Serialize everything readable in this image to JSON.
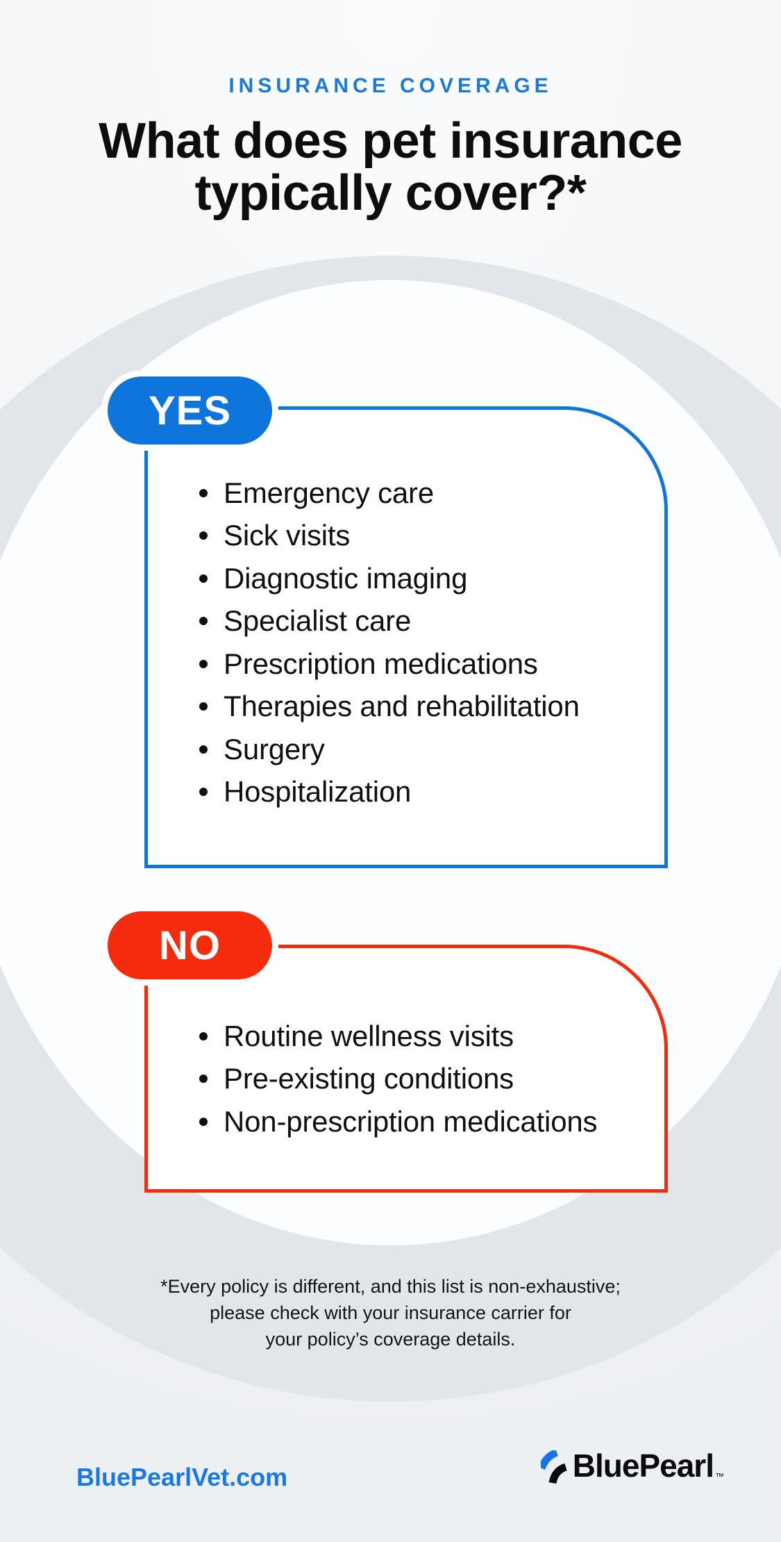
{
  "colors": {
    "accent_blue": "#0e75dc",
    "eyebrow_blue": "#1b7ad9",
    "link_blue": "#1a78e2",
    "accent_red": "#f52b0d",
    "text_dark": "#101013",
    "outer_circle_gray": "#e2e6eb",
    "inner_circle_white": "#fcfdfe",
    "card_background": "#ffffff"
  },
  "header": {
    "eyebrow": "INSURANCE COVERAGE",
    "title_line1": "What does pet insurance",
    "title_line2": "typically cover?*"
  },
  "sections": {
    "yes": {
      "label": "YES",
      "items": [
        "Emergency care",
        "Sick visits",
        "Diagnostic imaging",
        "Specialist care",
        "Prescription medications",
        "Therapies and rehabilitation",
        "Surgery",
        "Hospitalization"
      ]
    },
    "no": {
      "label": "NO",
      "items": [
        "Routine wellness visits",
        "Pre-existing conditions",
        "Non-prescription medications"
      ]
    }
  },
  "footnote": {
    "lines": [
      "*Every policy is different, and this list is non-exhaustive;",
      "please check with your insurance carrier for",
      "your policy’s coverage details."
    ]
  },
  "footer": {
    "website": "BluePearlVet.com",
    "brand_wordmark": "BluePearl",
    "trademark_symbol": "™",
    "logo_icon": "bluepearl-swoosh-icon"
  }
}
